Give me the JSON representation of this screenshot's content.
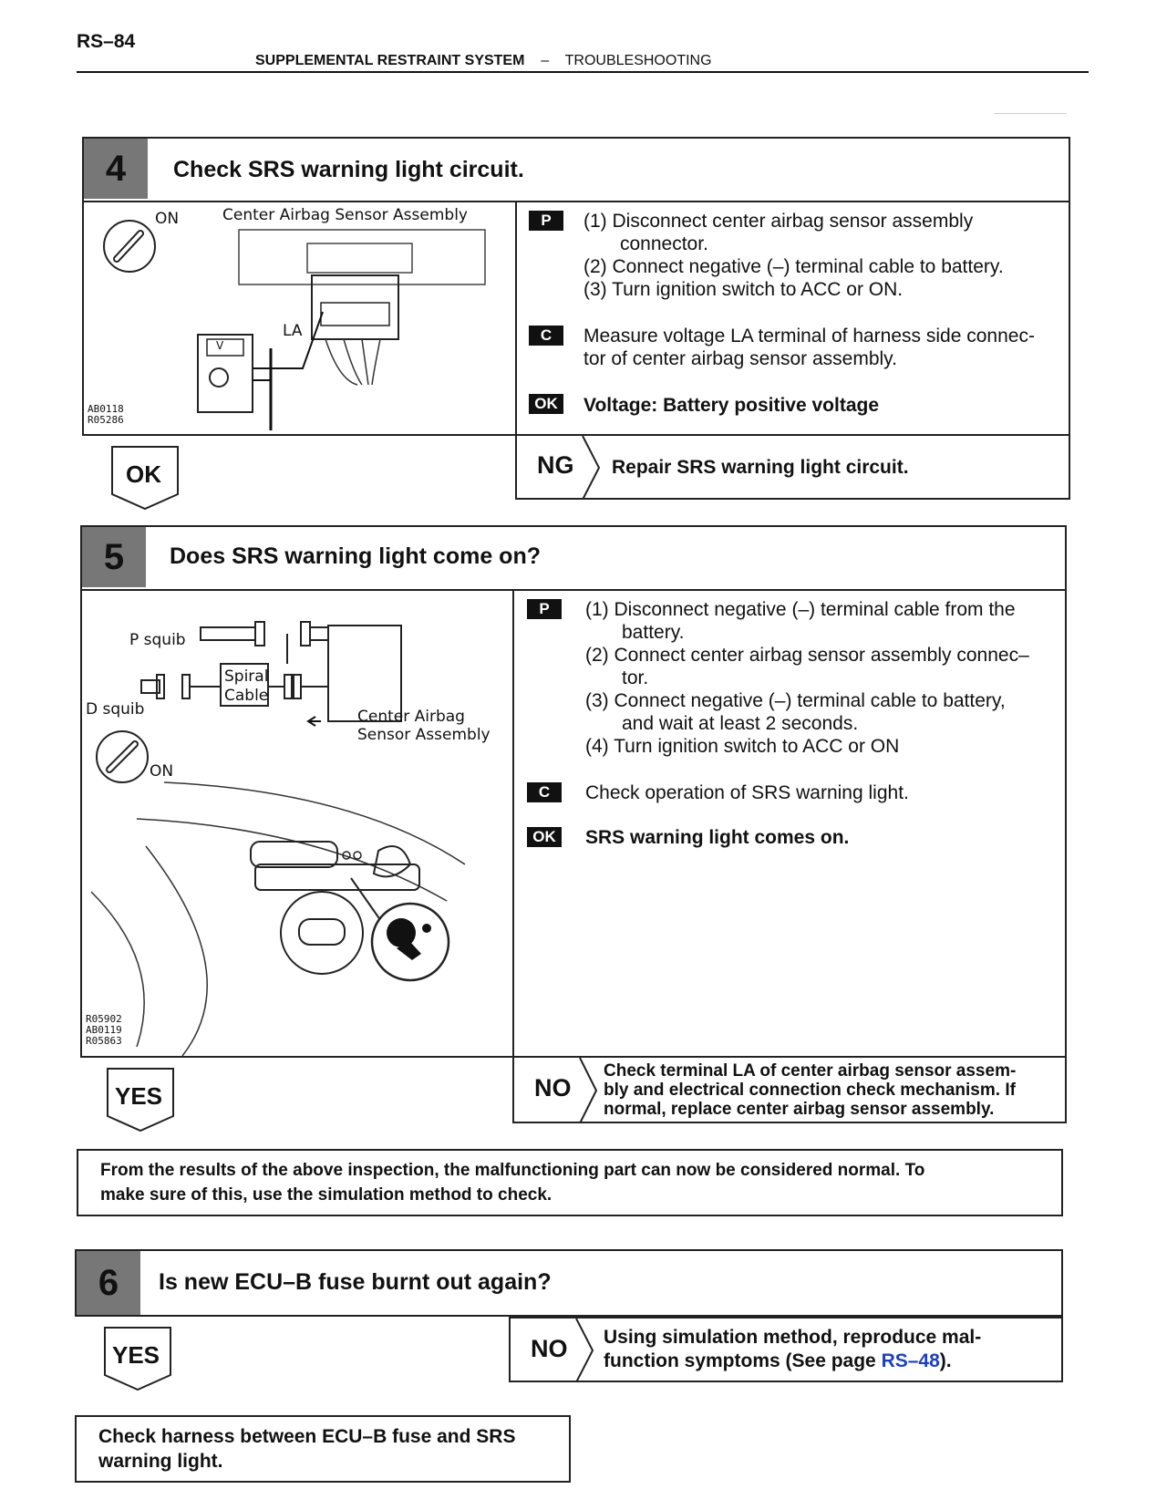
{
  "header": {
    "page_number": "RS–84",
    "section": "SUPPLEMENTAL RESTRAINT SYSTEM",
    "separator": "–",
    "subsection": "TROUBLESHOOTING"
  },
  "tags": {
    "p": "P",
    "c": "C",
    "ok": "OK"
  },
  "step4": {
    "number": "4",
    "title": "Check SRS warning light circuit.",
    "figure": {
      "label_on": "ON",
      "label_sensor": "Center Airbag Sensor Assembly",
      "label_la": "LA",
      "meter_mark": "V",
      "codes": [
        "AB0118",
        "R05286"
      ]
    },
    "procedure": [
      "(1)  Disconnect center airbag sensor assembly",
      "connector.",
      "(2)  Connect negative (–) terminal cable to battery.",
      "(3)  Turn ignition switch to ACC or ON."
    ],
    "check": [
      "Measure voltage LA terminal of harness side connec-",
      "tor of center airbag sensor assembly."
    ],
    "ok": "Voltage:  Battery positive voltage",
    "ok_branch": "OK",
    "ng_branch": {
      "label": "NG",
      "text": "Repair SRS warning light circuit."
    }
  },
  "step5": {
    "number": "5",
    "title": "Does SRS warning light come on?",
    "figure": {
      "p_squib": "P squib",
      "d_squib": "D squib",
      "spiral_1": "Spiral",
      "spiral_2": "Cable",
      "sensor_1": "Center Airbag",
      "sensor_2": "Sensor Assembly",
      "label_on": "ON",
      "codes": [
        "R05902",
        "AB0119",
        "R05863"
      ]
    },
    "procedure": [
      "(1)  Disconnect negative (–) terminal cable from the",
      "battery.",
      "(2)  Connect center airbag sensor assembly connec–",
      "tor.",
      "(3)  Connect  negative  (–)  terminal  cable  to  battery,",
      "and wait at least 2 seconds.",
      "(4)  Turn ignition switch to ACC or ON"
    ],
    "check": "Check operation of SRS warning light.",
    "ok": "SRS warning light comes on.",
    "yes_branch": "YES",
    "no_branch": {
      "label": "NO",
      "text": [
        "Check terminal LA of center airbag sensor assem-",
        "bly and electrical connection check mechanism. If",
        "normal, replace center airbag sensor assembly."
      ]
    }
  },
  "note": [
    "From the results of the above inspection, the malfunctioning part can now be considered normal. To",
    "make sure of this, use the simulation method to check."
  ],
  "step6": {
    "number": "6",
    "title": "Is new ECU–B fuse burnt out again?",
    "yes_branch": "YES",
    "no_branch": {
      "label": "NO",
      "line1": "Using  simulation  method,  reproduce  mal-",
      "line2_pre": "function symptoms (See page ",
      "line2_link": "RS–48",
      "line2_post": ")."
    }
  },
  "final_box": [
    "Check harness between ECU–B fuse and SRS",
    "warning light."
  ]
}
